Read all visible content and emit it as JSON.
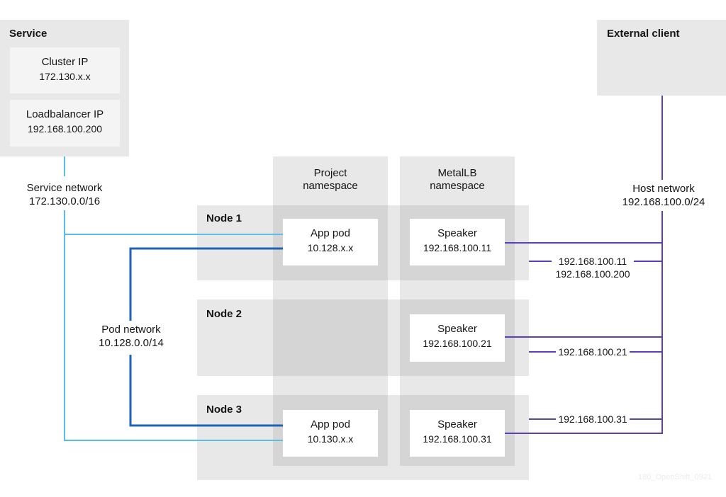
{
  "colors": {
    "service_line": "#5bbee3",
    "pod_line": "#1d63b8",
    "host_line": "#5b3fba",
    "light_panel": "#e8e8e8",
    "dark_panel": "#d5d5d5",
    "inner_box": "#f4f4f4"
  },
  "service": {
    "title": "Service",
    "cluster_ip_label": "Cluster IP",
    "cluster_ip_value": "172.130.x.x",
    "lb_ip_label": "Loadbalancer IP",
    "lb_ip_value": "192.168.100.200"
  },
  "external_client": {
    "title": "External client"
  },
  "service_network": {
    "label": "Service network",
    "cidr": "172.130.0.0/16"
  },
  "pod_network": {
    "label": "Pod network",
    "cidr": "10.128.0.0/14"
  },
  "host_network": {
    "label": "Host network",
    "cidr": "192.168.100.0/24"
  },
  "namespaces": {
    "project": {
      "line1": "Project",
      "line2": "namespace"
    },
    "metallb": {
      "line1": "MetalLB",
      "line2": "namespace"
    }
  },
  "nodes": [
    {
      "name": "Node 1",
      "app_pod": {
        "label": "App pod",
        "ip": "10.128.x.x"
      },
      "speaker": {
        "label": "Speaker",
        "ip": "192.168.100.11"
      },
      "announce_1": "192.168.100.11",
      "announce_2": "192.168.100.200"
    },
    {
      "name": "Node 2",
      "speaker": {
        "label": "Speaker",
        "ip": "192.168.100.21"
      },
      "announce_1": "192.168.100.21"
    },
    {
      "name": "Node 3",
      "app_pod": {
        "label": "App pod",
        "ip": "10.130.x.x"
      },
      "speaker": {
        "label": "Speaker",
        "ip": "192.168.100.31"
      },
      "announce_1": "192.168.100.31"
    }
  ],
  "watermark": "180_OpenShift_0921"
}
